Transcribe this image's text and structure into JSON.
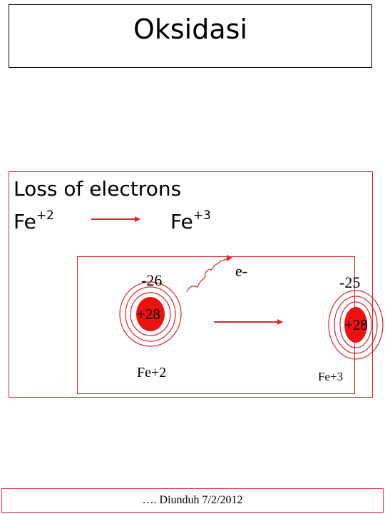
{
  "slide": {
    "title": "Oksidasi",
    "heading": "Loss of electrons",
    "reaction": {
      "reactant_symbol": "Fe",
      "reactant_charge": "+2",
      "product_symbol": "Fe",
      "product_charge": "+3"
    },
    "colors": {
      "accent": "#d9262c",
      "nucleus": "#ee1111",
      "text": "#000000"
    }
  },
  "diagram": {
    "electron_label": "e-",
    "ion_before": {
      "electron_charge": "-26",
      "nucleus_charge": "+28",
      "name": "Fe+2"
    },
    "ion_after": {
      "electron_charge": "-25",
      "nucleus_charge": "+28",
      "name": "Fe+3"
    }
  },
  "footer": {
    "text": "…. Diunduh 7/2/2012"
  }
}
